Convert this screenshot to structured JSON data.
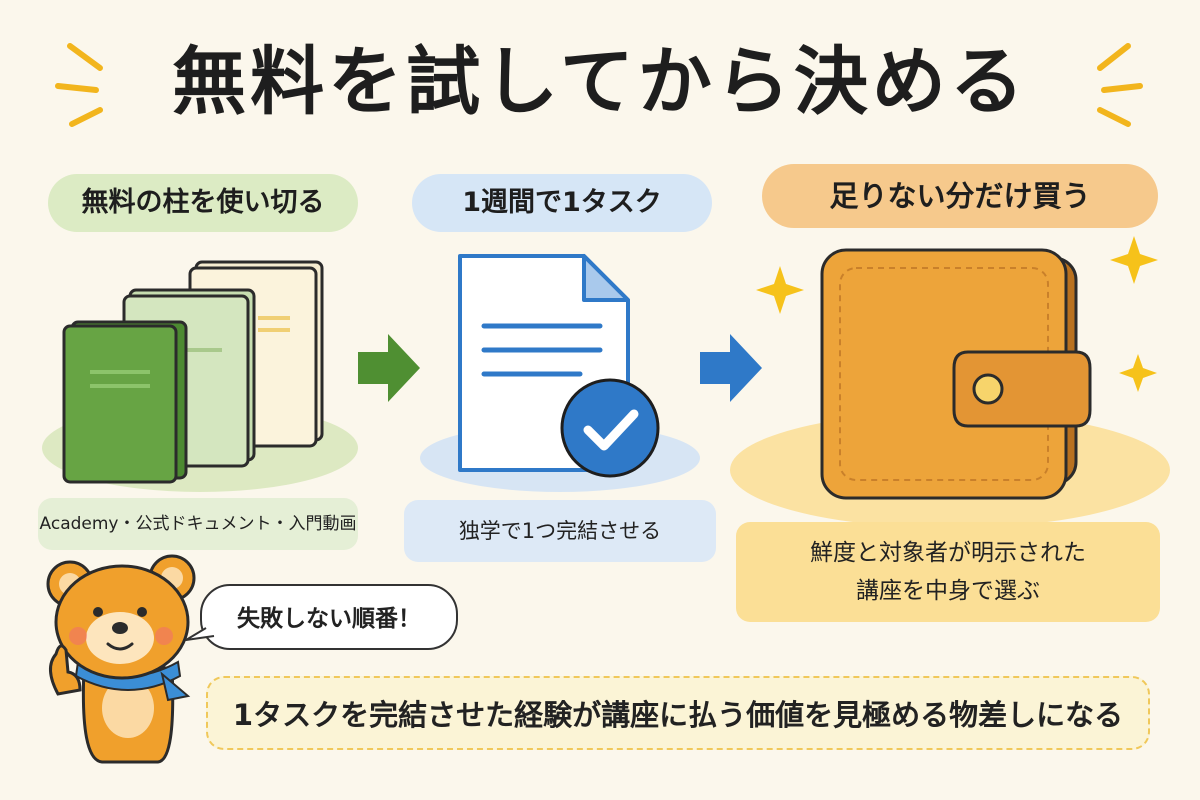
{
  "title": "無料を試してから決める",
  "steps": [
    {
      "heading": "無料の柱を使い切る",
      "caption": "Academy・公式ドキュメント・入門動画",
      "icon": "books-icon",
      "color": "#5a9a3c"
    },
    {
      "heading": "1週間で1タスク",
      "caption": "独学で1つ完結させる",
      "icon": "document-check-icon",
      "color": "#2f79c8"
    },
    {
      "heading": "足りない分だけ買う",
      "caption_lines": [
        "鮮度と対象者が明示された",
        "講座を中身で選ぶ"
      ],
      "icon": "wallet-icon",
      "color": "#e79a2e"
    }
  ],
  "mascot": {
    "speech": "失敗しない順番！"
  },
  "footer": "1タスクを完結させた経験が講座に払う価値を見極める物差しになる"
}
